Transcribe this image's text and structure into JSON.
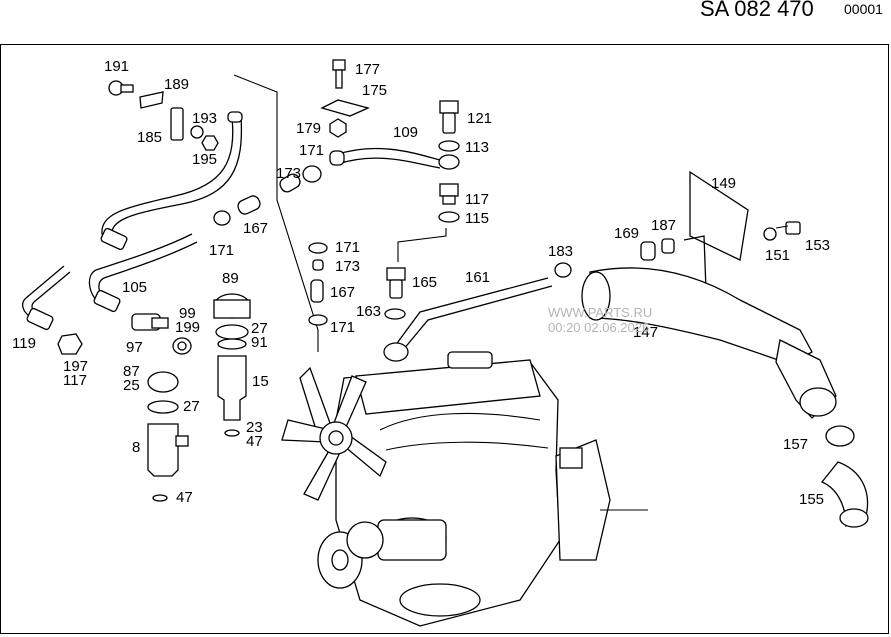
{
  "header": {
    "code": "SA 082 470",
    "page": "00001"
  },
  "watermark": {
    "url": "WWW.PARTS.RU",
    "timestamp": "00:20 02.06.2026"
  },
  "part_labels": {
    "p191": "191",
    "p189": "189",
    "p185": "185",
    "p193": "193",
    "p195": "195",
    "p177": "177",
    "p175": "175",
    "p179": "179",
    "p171a": "171",
    "p173a": "173",
    "p109": "109",
    "p121": "121",
    "p113": "113",
    "p117a": "117",
    "p115": "115",
    "p149": "149",
    "p169": "169",
    "p187": "187",
    "p183": "183",
    "p151": "151",
    "p153": "153",
    "p167a": "167",
    "p171b": "171",
    "p105": "105",
    "p119": "119",
    "p197": "197",
    "p117b": "117",
    "p97": "97",
    "p99": "99",
    "p199": "199",
    "p89": "89",
    "p27a": "27",
    "p91": "91",
    "p171c": "171",
    "p173b": "173",
    "p167b": "167",
    "p171d": "171",
    "p165": "165",
    "p161": "161",
    "p163": "163",
    "p147": "147",
    "p87": "87",
    "p25": "25",
    "p27b": "27",
    "p15": "15",
    "p23": "23",
    "p47a": "47",
    "p8": "8",
    "p47b": "47",
    "p157": "157",
    "p155": "155"
  }
}
